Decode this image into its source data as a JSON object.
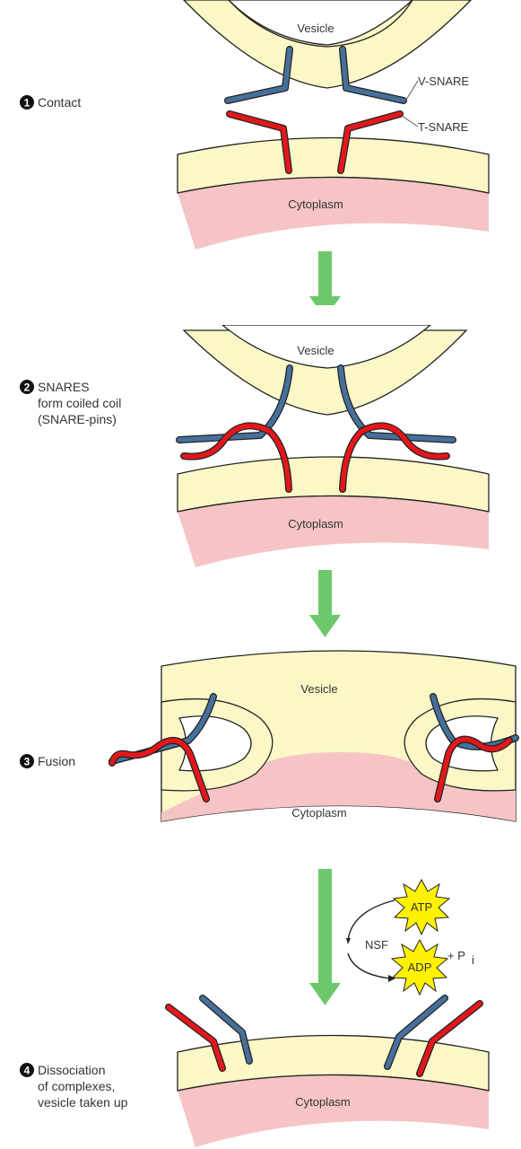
{
  "colors": {
    "membrane": "#fbf7c6",
    "cytoplasm": "#f6c4c4",
    "v_snare": "#46709b",
    "t_snare": "#e3171b",
    "arrow": "#6dc86b",
    "energy_star": "#fff200"
  },
  "steps": [
    {
      "number": "1",
      "lines": [
        "Contact"
      ]
    },
    {
      "number": "2",
      "lines": [
        "SNARES",
        "form coiled coil",
        "(SNARE-pins)"
      ]
    },
    {
      "number": "3",
      "lines": [
        "Fusion"
      ]
    },
    {
      "number": "4",
      "lines": [
        "Dissociation",
        "of complexes,",
        "vesicle taken up"
      ]
    }
  ],
  "labels": {
    "vesicle": "Vesicle",
    "cytoplasm": "Cytoplasm",
    "v_snare": "V-SNARE",
    "t_snare": "T-SNARE",
    "nsf": "NSF",
    "atp": "ATP",
    "adp": "ADP",
    "plus_pi": "+ P",
    "pi_subscript": "i"
  }
}
